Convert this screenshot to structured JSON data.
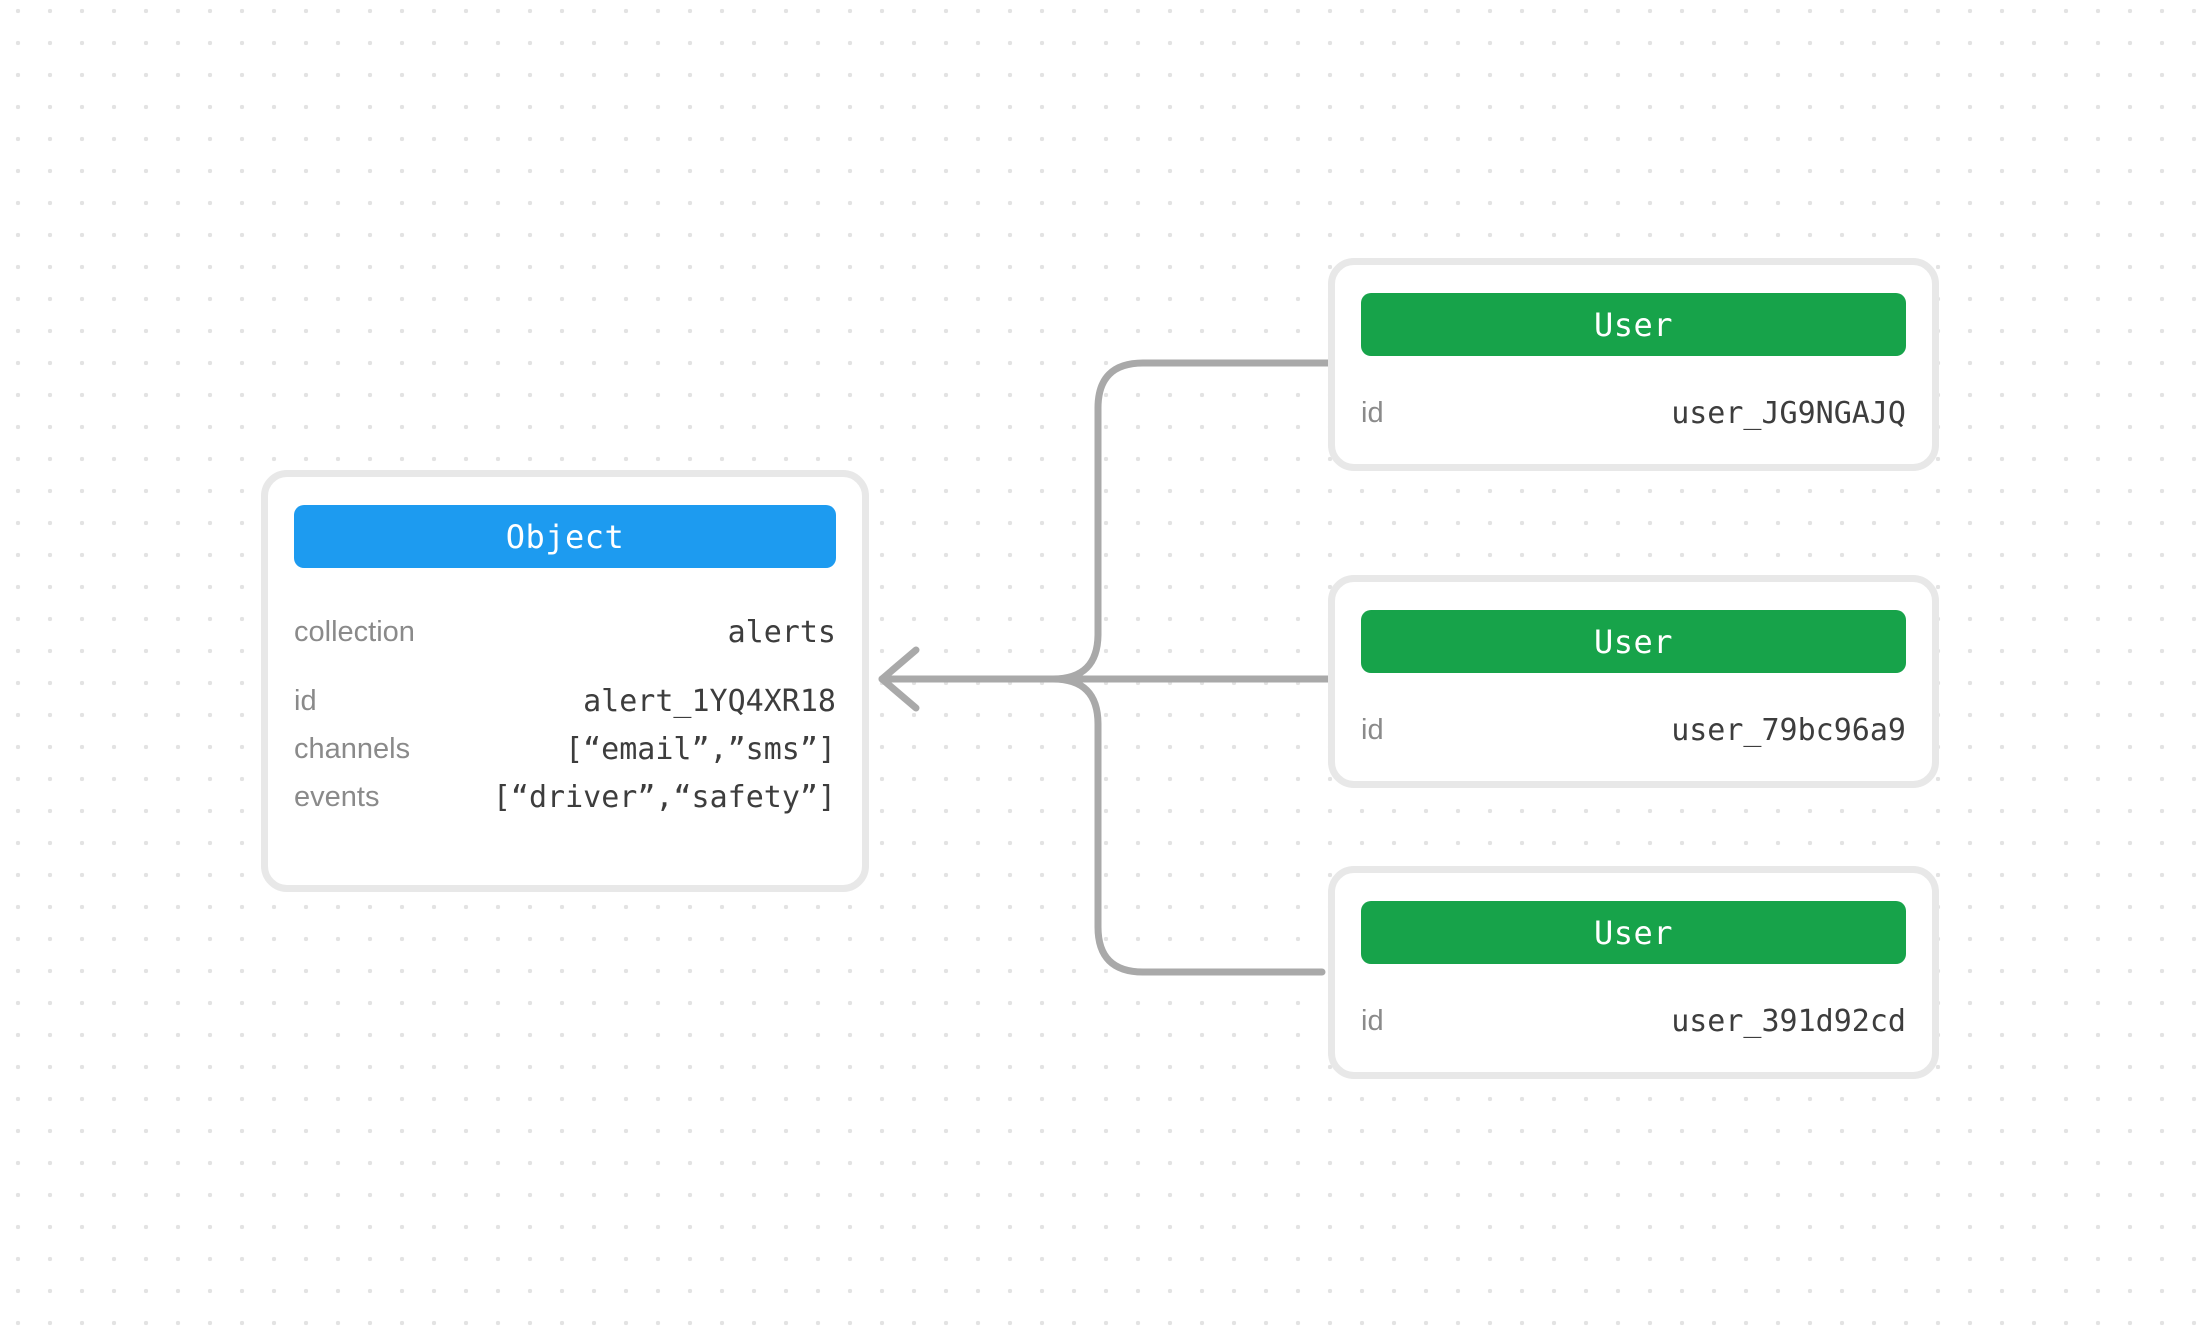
{
  "diagram": {
    "connector_color": "#a9a9a9",
    "dot_color": "#e3e3e3",
    "card_border_color": "#e8e8e8"
  },
  "object_card": {
    "title": "Object",
    "title_bg": "#1d9bf0",
    "fields": [
      {
        "label": "collection",
        "value": "alerts"
      },
      {
        "label": "id",
        "value": "alert_1YQ4XR18"
      },
      {
        "label": "channels",
        "value": "[“email”,”sms”]"
      },
      {
        "label": "events",
        "value": "[“driver”,“safety”]"
      }
    ]
  },
  "user_cards": [
    {
      "title": "User",
      "title_bg": "#17a34a",
      "fields": [
        {
          "label": "id",
          "value": "user_JG9NGAJQ"
        }
      ]
    },
    {
      "title": "User",
      "title_bg": "#17a34a",
      "fields": [
        {
          "label": "id",
          "value": "user_79bc96a9"
        }
      ]
    },
    {
      "title": "User",
      "title_bg": "#17a34a",
      "fields": [
        {
          "label": "id",
          "value": "user_391d92cd"
        }
      ]
    }
  ]
}
